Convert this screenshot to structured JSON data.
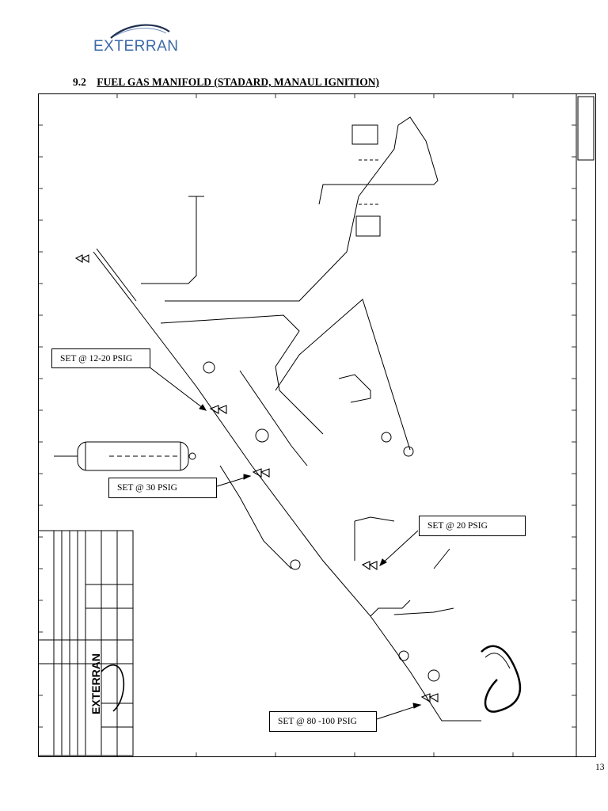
{
  "header": {
    "logo_text": "EXTERRAN",
    "section_number": "9.2",
    "section_title": "FUEL GAS MANIFOLD (STADARD, MANAUL IGNITION)"
  },
  "callouts": [
    {
      "id": "set-12-20",
      "label": "SET @ 12-20 PSIG"
    },
    {
      "id": "set-30",
      "label": "SET @ 30 PSIG"
    },
    {
      "id": "set-20",
      "label": "SET @ 20 PSIG"
    },
    {
      "id": "set-80-100",
      "label": "SET @ 80 -100 PSIG"
    }
  ],
  "title_block": {
    "company": "EXTERRAN"
  },
  "page_number": "13",
  "colors": {
    "logo_blue": "#3b6aa8",
    "line": "#000000"
  }
}
